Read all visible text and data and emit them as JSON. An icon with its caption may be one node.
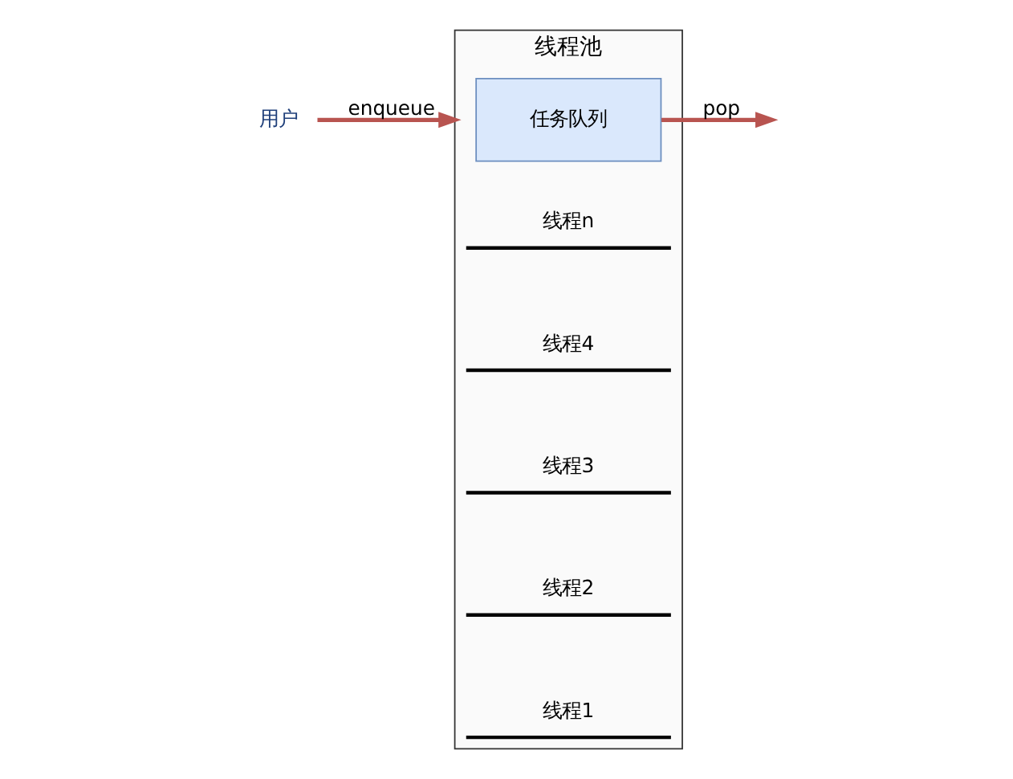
{
  "diagram": {
    "nodes": [
      {
        "text": [
          "用户"
        ]
      },
      {
        "text": [
          "线程池"
        ]
      },
      {
        "text": [
          "任务队列"
        ],
        "in": 1
      },
      {
        "text": [
          "线程1"
        ],
        "in": 1
      },
      {
        "text": [
          "线程2"
        ],
        "in": 1
      },
      {
        "text": [
          "线程3"
        ],
        "in": 1
      },
      {
        "text": [
          "线程4"
        ],
        "in": 1
      },
      {
        "text": [
          "线程n"
        ],
        "in": 1
      }
    ],
    "edges": [
      {
        "from": 0,
        "to": 1,
        "label": "enqueue",
        "arrow": "to"
      },
      {
        "from": 2,
        "to": null,
        "label": "pop",
        "arrow": "to"
      }
    ]
  }
}
